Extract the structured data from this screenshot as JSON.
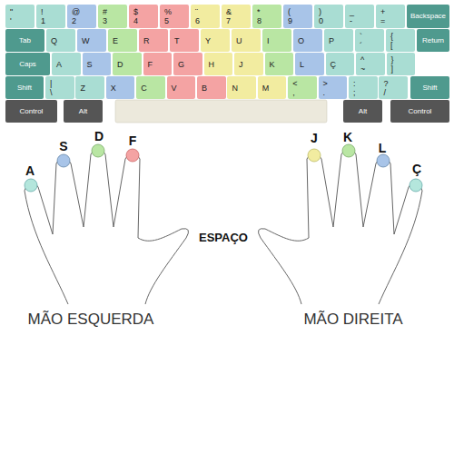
{
  "diagram": {
    "nodes": [
      {
        "text": [
          "\"",
          "'"
        ]
      },
      {
        "text": [
          "!",
          "1"
        ]
      },
      {
        "text": [
          "@",
          "2"
        ]
      },
      {
        "text": [
          "#",
          "3"
        ]
      },
      {
        "text": [
          "$",
          "4"
        ]
      },
      {
        "text": [
          "%",
          "5"
        ]
      },
      {
        "text": [
          "¨",
          "6"
        ]
      },
      {
        "text": [
          "&",
          "7"
        ]
      },
      {
        "text": [
          "*",
          "8"
        ]
      },
      {
        "text": [
          "(",
          "9"
        ]
      },
      {
        "text": [
          ")",
          "0"
        ]
      },
      {
        "text": [
          "_",
          "-"
        ]
      },
      {
        "text": [
          "+",
          "="
        ]
      },
      {
        "text": [
          "Backspace"
        ]
      },
      {
        "text": [
          "Tab"
        ]
      },
      {
        "text": [
          "Q"
        ]
      },
      {
        "text": [
          "W"
        ]
      },
      {
        "text": [
          "E"
        ]
      },
      {
        "text": [
          "R"
        ]
      },
      {
        "text": [
          "T"
        ]
      },
      {
        "text": [
          "Y"
        ]
      },
      {
        "text": [
          "U"
        ]
      },
      {
        "text": [
          "I"
        ]
      },
      {
        "text": [
          "O"
        ]
      },
      {
        "text": [
          "P"
        ]
      },
      {
        "text": [
          "`",
          "´"
        ]
      },
      {
        "text": [
          "{",
          "["
        ]
      },
      {
        "text": [
          "Return"
        ]
      },
      {
        "text": [
          "Caps"
        ]
      },
      {
        "text": [
          "A"
        ]
      },
      {
        "text": [
          "S"
        ]
      },
      {
        "text": [
          "D"
        ]
      },
      {
        "text": [
          "F"
        ]
      },
      {
        "text": [
          "G"
        ]
      },
      {
        "text": [
          "H"
        ]
      },
      {
        "text": [
          "J"
        ]
      },
      {
        "text": [
          "K"
        ]
      },
      {
        "text": [
          "L"
        ]
      },
      {
        "text": [
          "Ç"
        ]
      },
      {
        "text": [
          "^",
          "~"
        ]
      },
      {
        "text": [
          "}",
          "]"
        ]
      },
      {
        "text": [
          "Shift"
        ]
      },
      {
        "text": [
          "|",
          "\\"
        ]
      },
      {
        "text": [
          "Z"
        ]
      },
      {
        "text": [
          "X"
        ]
      },
      {
        "text": [
          "C"
        ]
      },
      {
        "text": [
          "V"
        ]
      },
      {
        "text": [
          "B"
        ]
      },
      {
        "text": [
          "N"
        ]
      },
      {
        "text": [
          "M"
        ]
      },
      {
        "text": [
          "<",
          ","
        ]
      },
      {
        "text": [
          ">",
          "."
        ]
      },
      {
        "text": [
          ":",
          ";"
        ]
      },
      {
        "text": [
          "?",
          "/"
        ]
      },
      {
        "text": [
          "Shift"
        ]
      },
      {
        "text": [
          "Control"
        ]
      },
      {
        "text": [
          "Alt"
        ]
      },
      {
        "text": [
          "Alt"
        ]
      },
      {
        "text": [
          "Control"
        ]
      }
    ],
    "labels": [
      "A",
      "S",
      "D",
      "F",
      "J",
      "K",
      "L",
      "Ç",
      "ESPAÇO",
      "MÃO ESQUERDA",
      "MÃO DIREITA"
    ]
  }
}
